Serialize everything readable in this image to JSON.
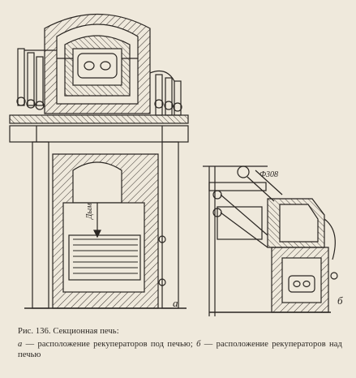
{
  "figure": {
    "label_a": "а",
    "label_b": "б",
    "smoke_label": "Дым",
    "diameter_label": "Ф308"
  },
  "caption": {
    "title": "Рис. 136. Секционная печь:",
    "part_a_letter": "а",
    "part_a_text": " — расположение рекуператоров под печью; ",
    "part_b_letter": "б",
    "part_b_text": " — расположение рекуператоров над печью"
  },
  "colors": {
    "paper": "#efe9dc",
    "ink": "#2a2622"
  }
}
